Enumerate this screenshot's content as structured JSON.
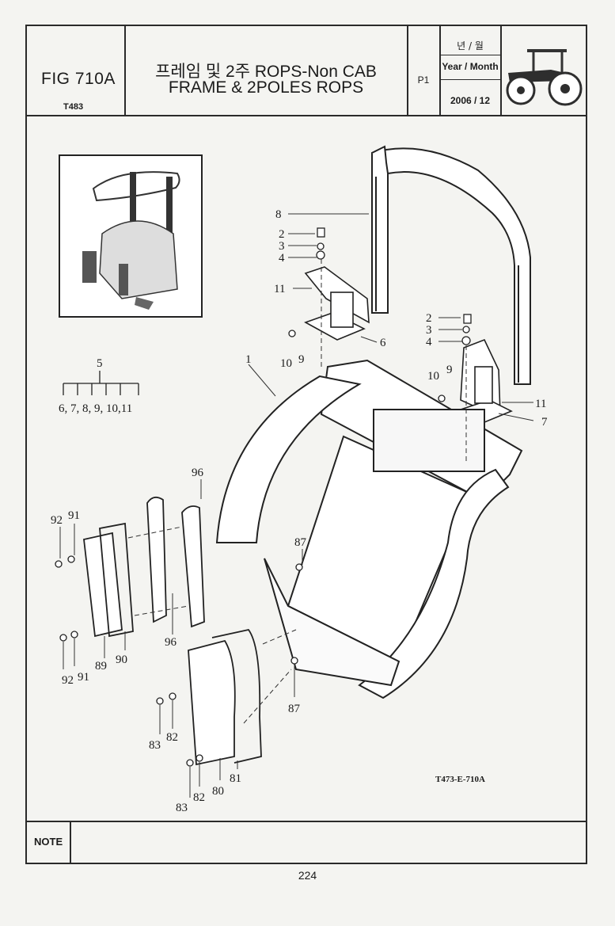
{
  "header": {
    "fig_number": "FIG 710A",
    "model": "T483",
    "title_ko": "프레임 및 2주 ROPS-Non CAB",
    "title_en": "FRAME & 2POLES ROPS",
    "page_code": "P1",
    "date_label_ko": "년 / 월",
    "date_label_en": "Year / Month",
    "date_value": "2006 / 12"
  },
  "drawing": {
    "reference": "T473-E-710A",
    "group_label": "5",
    "group_items": "6, 7, 8, 9, 10,11",
    "callouts": {
      "c1": "1",
      "c2a": "2",
      "c3a": "3",
      "c4a": "4",
      "c2b": "2",
      "c3b": "3",
      "c4b": "4",
      "c6": "6",
      "c7": "7",
      "c8": "8",
      "c9a": "9",
      "c9b": "9",
      "c10a": "10",
      "c10b": "10",
      "c11a": "11",
      "c11b": "11",
      "c80": "80",
      "c81": "81",
      "c82a": "82",
      "c82b": "82",
      "c83a": "83",
      "c83b": "83",
      "c87a": "87",
      "c87b": "87",
      "c89": "89",
      "c90": "90",
      "c91a": "91",
      "c91b": "91",
      "c92a": "92",
      "c92b": "92",
      "c96a": "96",
      "c96b": "96"
    }
  },
  "footer": {
    "note_label": "NOTE",
    "page_number": "224"
  }
}
